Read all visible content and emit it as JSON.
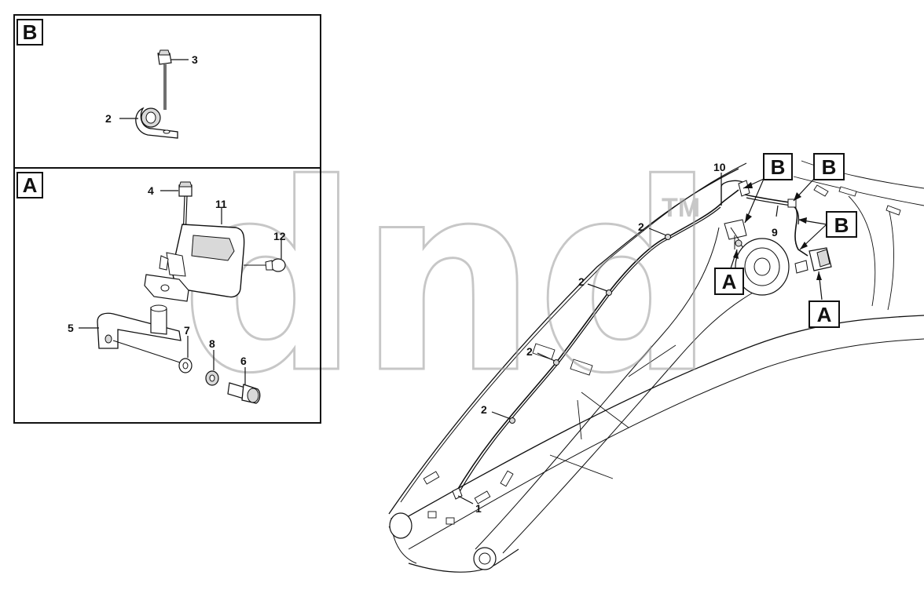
{
  "watermark": {
    "text": "dnd",
    "tm": "TM"
  },
  "inset_b": {
    "tag": "B",
    "callouts": {
      "bolt": "3",
      "clamp": "2"
    }
  },
  "inset_a": {
    "tag": "A",
    "callouts": {
      "bolt": "4",
      "lamp": "11",
      "bulb": "12",
      "bracket": "5",
      "washer": "7",
      "lockwasher": "8",
      "screw": "6"
    }
  },
  "main": {
    "callouts": {
      "clip1": "2",
      "clip2": "2",
      "clip3": "2",
      "clip4": "2",
      "end": "1",
      "harness_upper": "10",
      "harness_right": "9"
    },
    "tags": {
      "b1": "B",
      "b2": "B",
      "b3": "B",
      "a1": "A",
      "a2": "A"
    }
  },
  "colors": {
    "line": "#111111",
    "shade": "#d9d9d9",
    "watermark": "#b0b0b0",
    "background": "#ffffff"
  }
}
